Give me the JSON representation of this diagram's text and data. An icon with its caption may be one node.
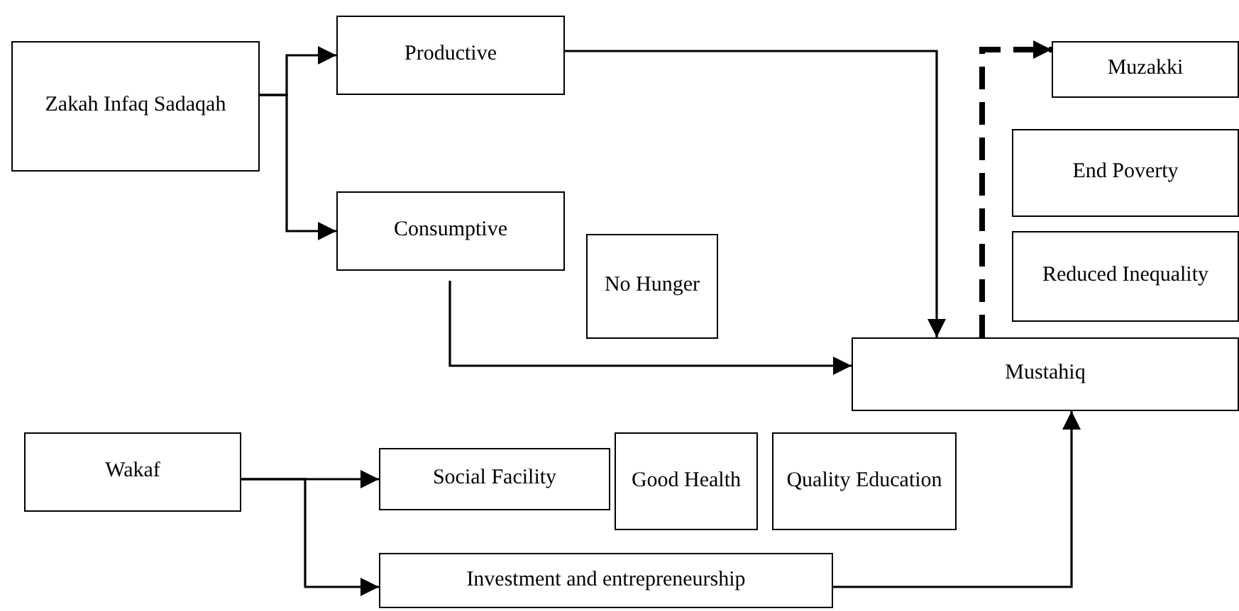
{
  "diagram": {
    "nodes": [
      {
        "text": [
          "Zakah Infaq Sadaqah"
        ]
      },
      {
        "text": [
          "Productive"
        ]
      },
      {
        "text": [
          "Consumptive"
        ]
      },
      {
        "text": [
          "No Hunger"
        ]
      },
      {
        "text": [
          "Muzakki"
        ]
      },
      {
        "text": [
          "End Poverty"
        ]
      },
      {
        "text": [
          "Reduced Inequality"
        ]
      },
      {
        "text": [
          "Mustahiq"
        ]
      },
      {
        "text": [
          "Wakaf"
        ]
      },
      {
        "text": [
          "Social Facility"
        ]
      },
      {
        "text": [
          "Good Health"
        ]
      },
      {
        "text": [
          "Quality Education"
        ]
      },
      {
        "text": [
          "Investment and entrepreneurship"
        ]
      }
    ],
    "edges": [
      {
        "from": 0,
        "to": 1,
        "arrow": "to"
      },
      {
        "from": 0,
        "to": 2,
        "arrow": "to"
      },
      {
        "from": 1,
        "to": 7,
        "arrow": "to"
      },
      {
        "from": 2,
        "to": 7,
        "arrow": "to"
      },
      {
        "from": 7,
        "to": 4,
        "arrow": "to",
        "style": "dashed"
      },
      {
        "from": 8,
        "to": 9,
        "arrow": "to"
      },
      {
        "from": 8,
        "to": 12,
        "arrow": "to"
      },
      {
        "from": 12,
        "to": 7,
        "arrow": "to"
      }
    ]
  }
}
